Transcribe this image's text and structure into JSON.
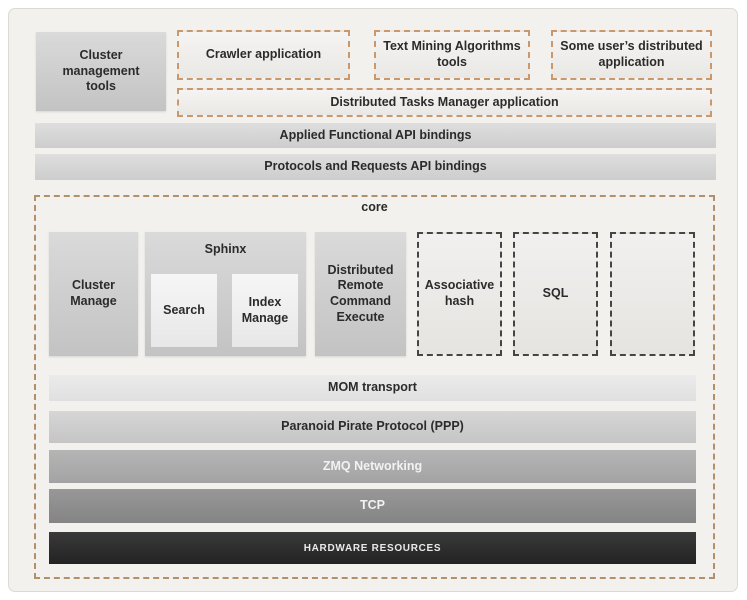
{
  "colors": {
    "panel_bg": "#f2f1ee",
    "solid_box_gray_top": "#dadada",
    "solid_box_gray_bottom": "#c3c3c3",
    "orange_dash_border": "#c9996d",
    "black_dash_border": "#454545",
    "api_bar_gray": "#d6d6d6",
    "bar_mom_gray": "#e6e6e6",
    "bar_ppp_gray": "#cecece",
    "bar_zmq_gray": "#acacac",
    "bar_tcp_gray": "#8e8e8e",
    "bar_hardware_dark": "#2e2e2e",
    "text_dark": "#2b2b2b",
    "text_light": "#f2f2f2"
  },
  "applications": {
    "cluster_tools": "Cluster management tools",
    "crawler": "Crawler application",
    "text_mining": "Text Mining Algorithms tools",
    "user_app": "Some user’s distributed application",
    "tasks_manager": "Distributed Tasks Manager application"
  },
  "bindings": {
    "applied": "Applied Functional API bindings",
    "protocols": "Protocols and Requests API bindings"
  },
  "core": {
    "label": "core",
    "modules": {
      "cluster_manage": "Cluster Manage",
      "sphinx": "Sphinx",
      "search": "Search",
      "index_manage": "Index Manage",
      "drce": "Distributed Remote Command Execute",
      "associative_hash": "Associative hash",
      "sql": "SQL",
      "empty": ""
    },
    "stack": [
      {
        "label": "MOM transport"
      },
      {
        "label": "Paranoid Pirate Protocol (PPP)"
      },
      {
        "label": "ZMQ Networking"
      },
      {
        "label": "TCP"
      },
      {
        "label": "HARDWARE RESOURCES"
      }
    ]
  }
}
